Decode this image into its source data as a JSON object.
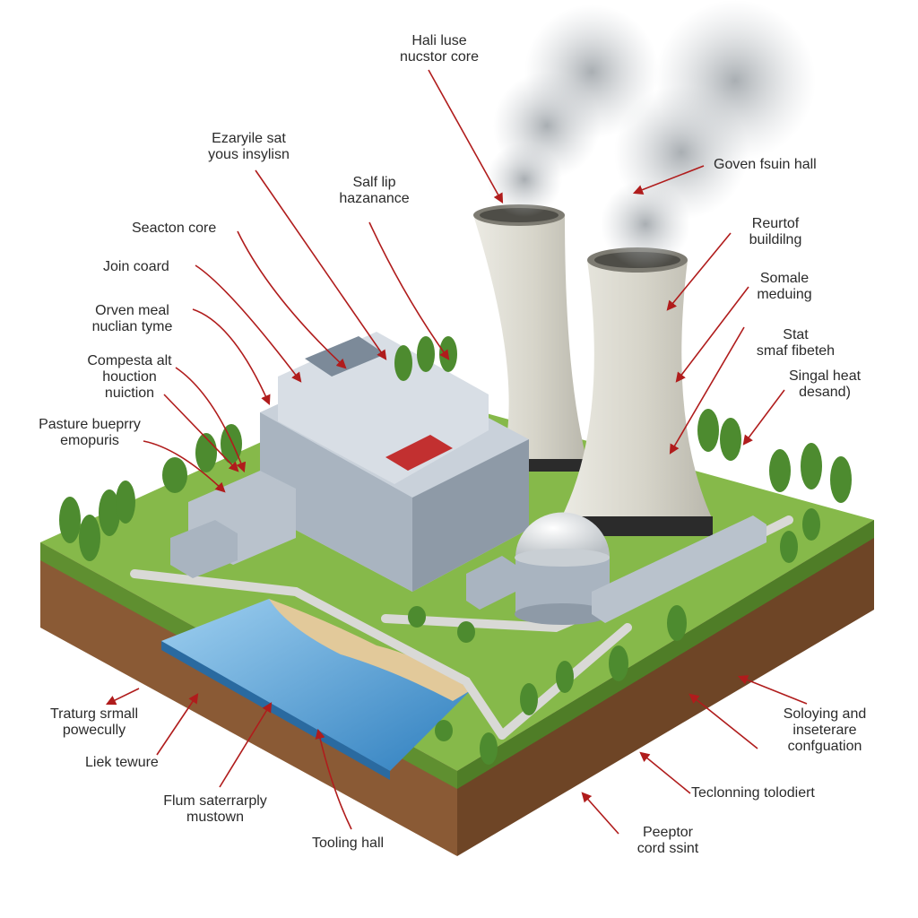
{
  "labels": [
    {
      "id": "reactor-core-top",
      "lines": [
        "Hali luse",
        "nucstor core"
      ]
    },
    {
      "id": "exaryile",
      "lines": [
        "Ezaryile sat",
        "yous insylisn"
      ]
    },
    {
      "id": "salf-lip",
      "lines": [
        "Salf lip",
        "hazanance"
      ]
    },
    {
      "id": "goven-fsuin",
      "lines": [
        "Goven fsuin hall"
      ]
    },
    {
      "id": "seacton-core",
      "lines": [
        "Seacton core"
      ]
    },
    {
      "id": "reurtof",
      "lines": [
        "Reurtof",
        "buildilng"
      ]
    },
    {
      "id": "join-coard",
      "lines": [
        "Join coard"
      ]
    },
    {
      "id": "somale",
      "lines": [
        "Somale",
        "meduing"
      ]
    },
    {
      "id": "orven-meal",
      "lines": [
        "Orven meal",
        "nuclian tyme"
      ]
    },
    {
      "id": "stat",
      "lines": [
        "Stat",
        "smaf fibeteh"
      ]
    },
    {
      "id": "compesta",
      "lines": [
        "Compesta alt",
        "houction",
        "nuiction"
      ]
    },
    {
      "id": "singal-heat",
      "lines": [
        "Singal heat",
        "desand)"
      ]
    },
    {
      "id": "pasture",
      "lines": [
        "Pasture bueprry",
        "emopuris"
      ]
    },
    {
      "id": "traturg",
      "lines": [
        "Traturg srmall",
        "powecully"
      ]
    },
    {
      "id": "soloying",
      "lines": [
        "Soloying and",
        "inseterare",
        "confguation"
      ]
    },
    {
      "id": "liek-tewure",
      "lines": [
        "Liek tewure"
      ]
    },
    {
      "id": "teclonning",
      "lines": [
        "Teclonning tolodiert"
      ]
    },
    {
      "id": "flum",
      "lines": [
        "Flum saterrarply",
        "mustown"
      ]
    },
    {
      "id": "tooling-hall",
      "lines": [
        "Tooling hall"
      ]
    },
    {
      "id": "peeptor",
      "lines": [
        "Peeptor",
        "cord ssint"
      ]
    }
  ],
  "colors": {
    "arrow": "#b01c1c",
    "grass": "#86b94a",
    "soil": "#8a5a35",
    "water": "#4d9dd6",
    "tower": "#dcdad0",
    "building": "#c9d1da"
  },
  "icons": [
    "cooling-tower-icon",
    "reactor-dome-icon",
    "tree-icon",
    "steam-icon"
  ]
}
